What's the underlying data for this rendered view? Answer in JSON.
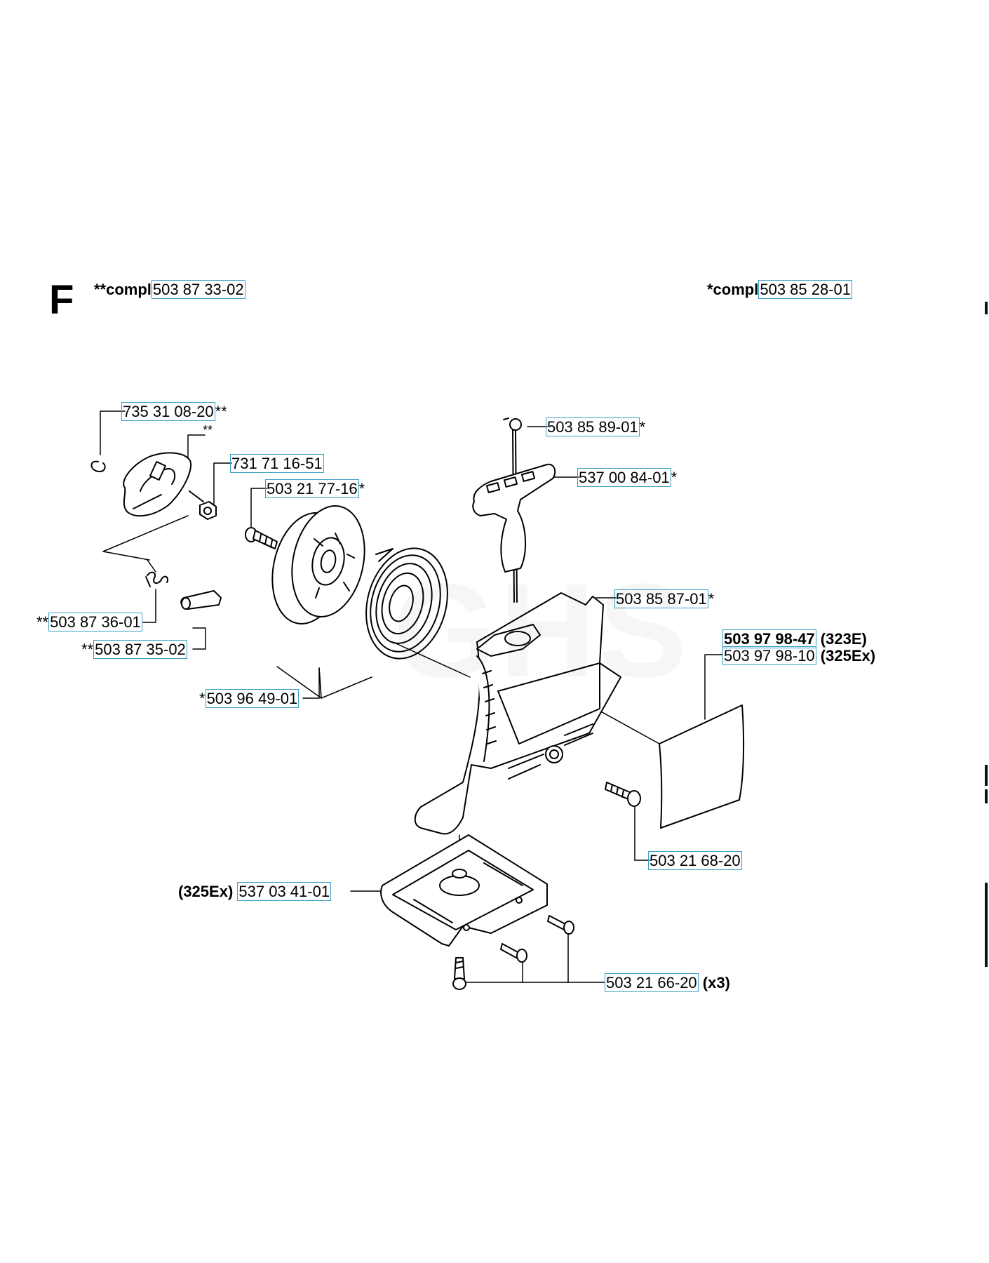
{
  "section": {
    "letter": "F"
  },
  "header": {
    "left": {
      "prefix": "**compl",
      "part": "503 87 33-02"
    },
    "right": {
      "prefix": "*compl",
      "part": "503 85 28-01"
    }
  },
  "watermark": "GHS",
  "parts": {
    "p1": {
      "pre": "",
      "num": "735 31 08-20",
      "post": "**"
    },
    "p1b": {
      "text": "**"
    },
    "p2": {
      "pre": "",
      "num": "731 71 16-51",
      "post": ""
    },
    "p3": {
      "pre": "",
      "num": "503 21 77-16",
      "post": "*"
    },
    "p4": {
      "pre": "**",
      "num": "503 87 36-01",
      "post": ""
    },
    "p5": {
      "pre": "**",
      "num": "503 87 35-02",
      "post": ""
    },
    "p6": {
      "pre": "*",
      "num": "503 96 49-01",
      "post": ""
    },
    "p7": {
      "pre": "",
      "num": "503 85 89-01",
      "post": "*"
    },
    "p8": {
      "pre": "",
      "num": "537 00 84-01",
      "post": "*"
    },
    "p9": {
      "pre": "",
      "num": "503 85 87-01",
      "post": "*"
    },
    "p10": {
      "pre": "",
      "num": "503 97 98-47",
      "post": "(323E)"
    },
    "p11": {
      "pre": "",
      "num": "503 97 98-10",
      "post": "(325Ex)"
    },
    "p12": {
      "pre": "",
      "num": "503 21 68-20",
      "post": ""
    },
    "p13": {
      "pre": "(325Ex)",
      "num": "537 03 41-01",
      "post": ""
    },
    "p14": {
      "pre": "",
      "num": "503 21 66-20",
      "post": "(x3)"
    }
  }
}
